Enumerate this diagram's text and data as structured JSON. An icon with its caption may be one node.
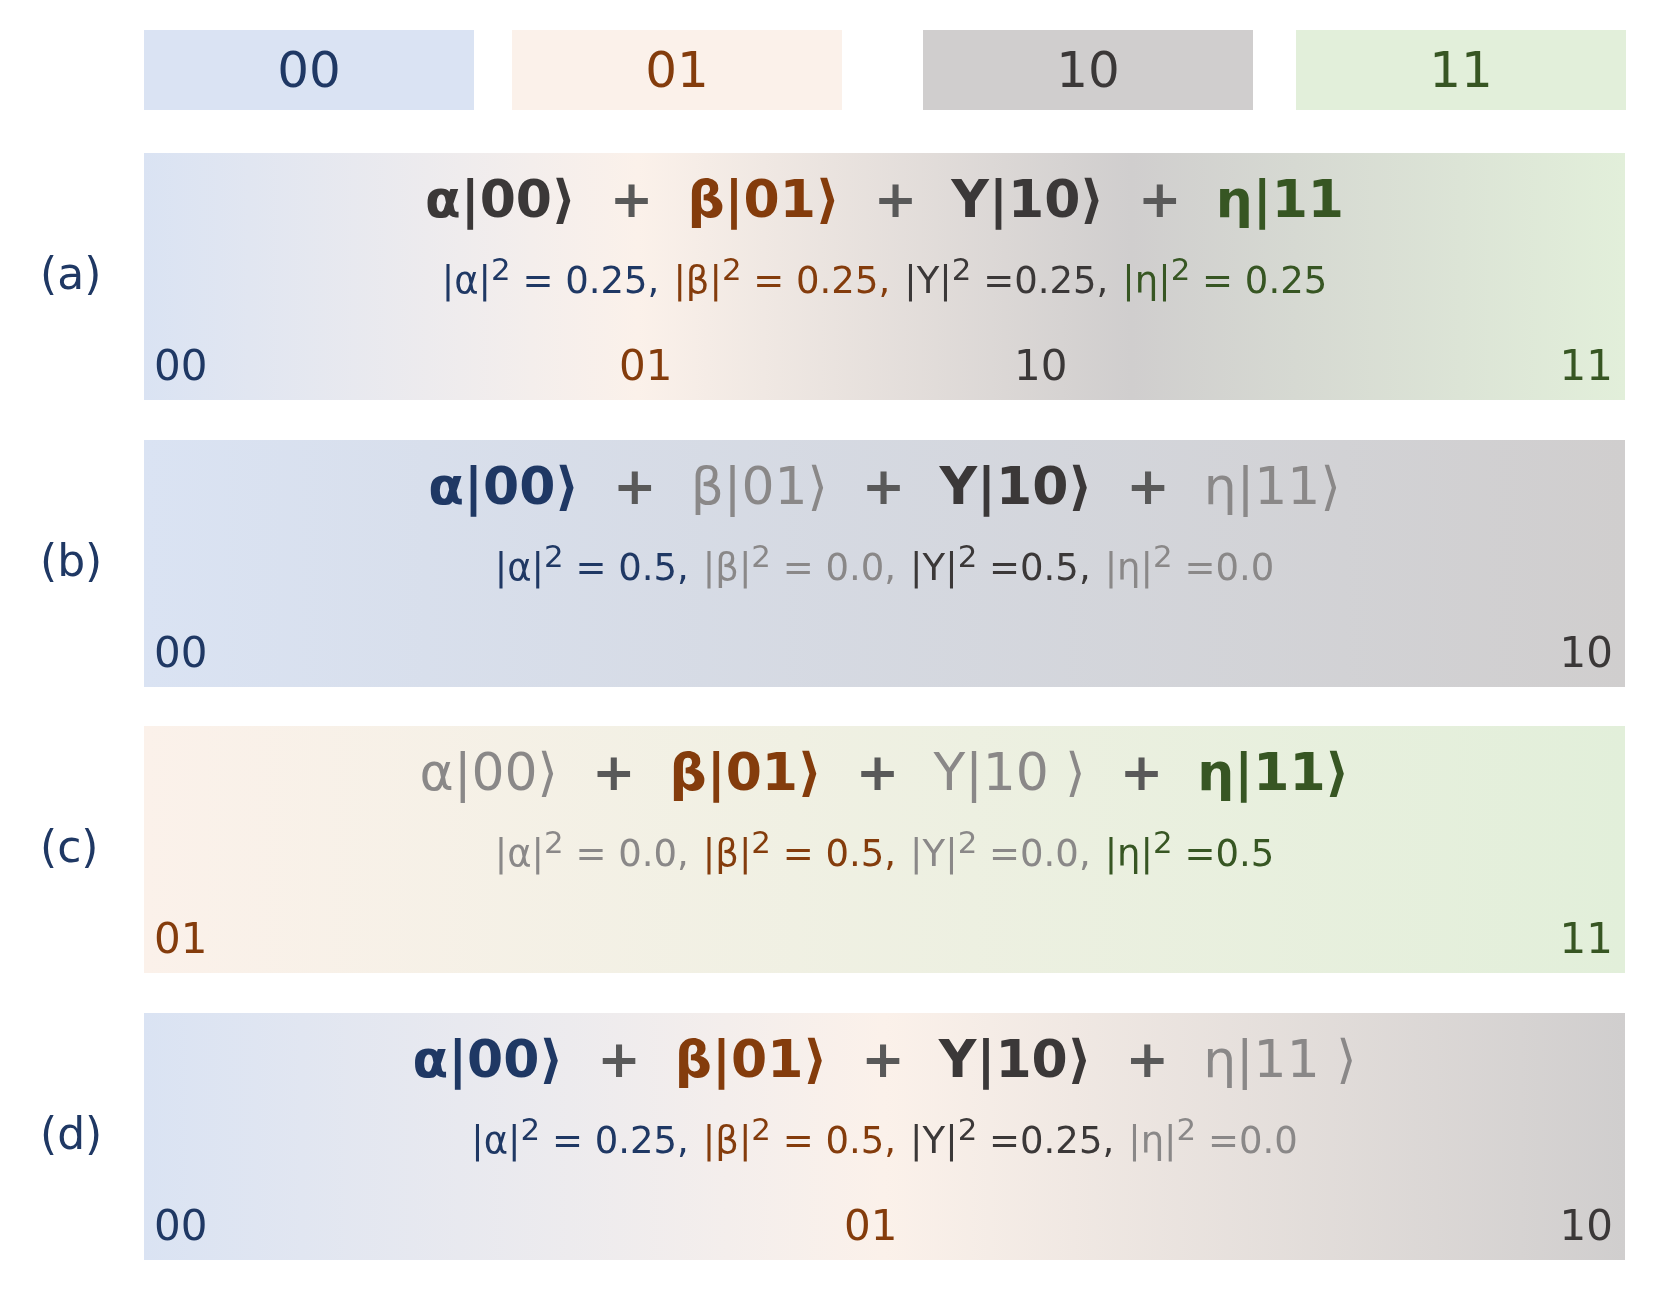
{
  "diagram": {
    "nodes": [
      {
        "text": [
          "α|00⟩",
          "+",
          "β|01⟩",
          "+",
          "Y|10⟩",
          "+",
          "η|11",
          "|α|$^{2}$ = 0.25,",
          "|β|$^{2}$ = 0.25,",
          "|Y|$^{2}$ =0.25,",
          "|η|$^{2}$ = 0.25",
          "00",
          "01",
          "10",
          "11"
        ],
        "beside": [
          "(a)"
        ]
      },
      {
        "text": [
          "α|00⟩",
          "+",
          "β|01⟩",
          "+",
          "Y|10⟩",
          "+",
          "η|11⟩",
          "|α|$^{2}$ = 0.5,",
          "|β|$^{2}$ = 0.0,",
          "|Y|$^{2}$ =0.5,",
          "|η|$^{2}$ =0.0",
          "00",
          "10"
        ],
        "beside": [
          "(b)"
        ]
      },
      {
        "text": [
          "α|00⟩",
          "+",
          "β|01⟩",
          "+",
          "Y|10 ⟩",
          "+",
          "η|11⟩",
          "|α|$^{2}$ = 0.0,",
          "|β|$^{2}$ = 0.5,",
          "|Y|$^{2}$ =0.0,",
          "|η|$^{2}$ =0.5",
          "01",
          "11"
        ],
        "beside": [
          "(c)"
        ]
      },
      {
        "text": [
          "α|00⟩",
          "+",
          "β|01⟩",
          "+",
          "Y|10⟩",
          "+",
          "η|11 ⟩",
          "|α|$^{2}$ = 0.25,",
          "|β|$^{2}$ = 0.5,",
          "|Y|$^{2}$ =0.25,",
          "|η|$^{2}$ =0.0",
          "00",
          "01",
          "10"
        ],
        "beside": [
          "(d)"
        ]
      }
    ],
    "legend": [
      {
        "text": "00",
        "color": "#dae3f3"
      },
      {
        "text": "01",
        "color": "#fbf1ea"
      },
      {
        "text": "10",
        "color": "#d0cece"
      },
      {
        "text": "11",
        "color": "#e2efda"
      }
    ]
  }
}
